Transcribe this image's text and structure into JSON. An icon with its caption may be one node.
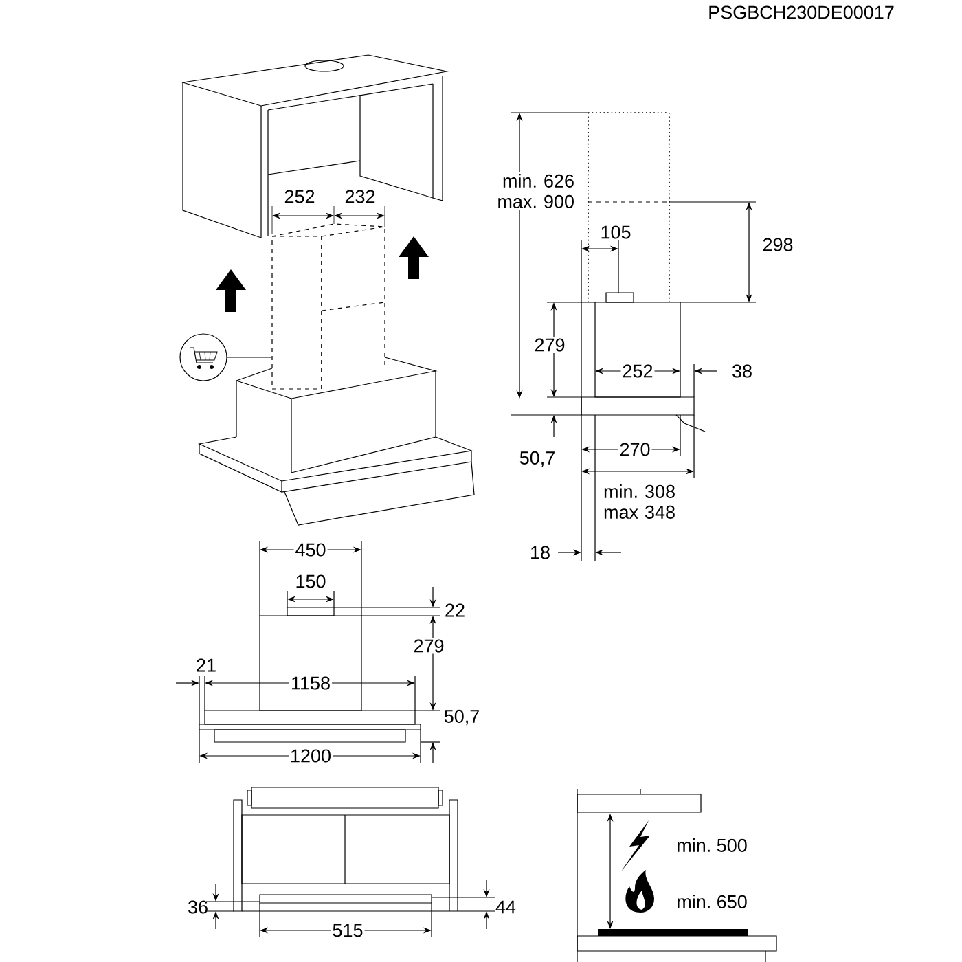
{
  "diagram": {
    "nodes": [
      {
        "text": [],
        "shape": "circle"
      },
      {
        "text": [],
        "shape": "box"
      }
    ],
    "edges": [
      {
        "from": 0,
        "to": 1,
        "arrow": "none"
      }
    ],
    "labels": [
      "PSGBCH230DE00017",
      "252",
      "232",
      "min. 626 max. 900",
      "105",
      "298",
      "279",
      "252",
      "38",
      "50,7",
      "270",
      "min. 308 max 348",
      "450",
      "18",
      "150",
      "22",
      "279",
      "21",
      "1158",
      "50,7",
      "1200",
      "36",
      "44",
      "515",
      "min. 500",
      "min. 650"
    ]
  }
}
